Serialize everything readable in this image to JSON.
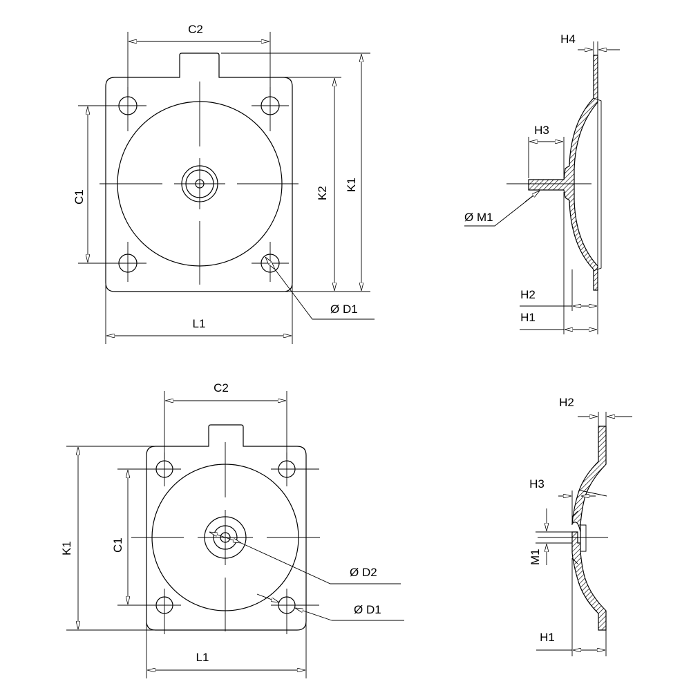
{
  "top_front": {
    "c2": "C2",
    "c1": "C1",
    "k2": "K2",
    "k1": "K1",
    "l1": "L1",
    "d1": "Ø  D1"
  },
  "top_side": {
    "h4": "H4",
    "h3": "H3",
    "m1": "Ø M1",
    "h2": "H2",
    "h1": "H1"
  },
  "bottom_front": {
    "c2": "C2",
    "c1": "C1",
    "k1": "K1",
    "l1": "L1",
    "d2": "Ø  D2",
    "d1": "Ø  D1"
  },
  "bottom_side": {
    "h2": "H2",
    "h3": "H3",
    "m1": "M1",
    "h1": "H1"
  }
}
